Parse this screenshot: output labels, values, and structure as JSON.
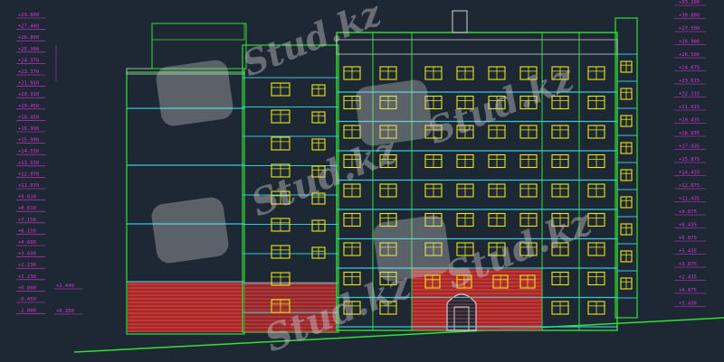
{
  "drawing": {
    "colors": {
      "background": "#1e2734",
      "outline": "#33e033",
      "floor_lines": "#35c9d6",
      "windows": "#e8e81a",
      "brick_base": "#c02828",
      "elevation_marks": "#d63ad6",
      "watermark": "#cfcfcf"
    },
    "watermark_text": "Stud.kz",
    "left_elevations": [
      "+29.800",
      "+27.400",
      "+26.800",
      "+25.300",
      "+24.370",
      "+23.370",
      "+21.910",
      "+20.910",
      "+19.450",
      "+18.450",
      "+16.990",
      "+15.990",
      "+14.530",
      "+13.530",
      "+12.070",
      "+11.070",
      "+9.610",
      "+8.610",
      "+7.150",
      "+6.150",
      "+4.690",
      "+3.690",
      "+2.230",
      "+1.230",
      "+0.000",
      "-0.450",
      "-2.000"
    ],
    "left_extra_elevations": [
      "+1.440",
      "+0.350"
    ],
    "right_elevations": [
      "+33.200",
      "+30.800",
      "+27.500",
      "+26.900",
      "+26.500",
      "+24.675",
      "+23.615",
      "+22.215",
      "+21.615",
      "+20.435",
      "+18.835",
      "+17.435",
      "+15.875",
      "+14.435",
      "+12.875",
      "+11.435",
      "+9.875",
      "+8.435",
      "+6.875",
      "+5.435",
      "+3.875",
      "+2.435",
      "+0.875",
      "+1.430"
    ]
  }
}
